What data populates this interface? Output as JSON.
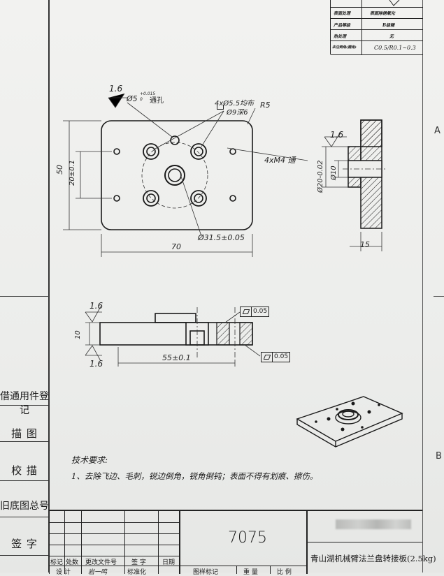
{
  "top_table": {
    "rows": [
      {
        "label": "表面处理",
        "value": "表面除锈氧化"
      },
      {
        "label": "产品等级",
        "value": "B级精"
      },
      {
        "label": "热处理",
        "value": "无"
      },
      {
        "label": "未注倒角(圆角)",
        "value": "C0.5/R0.1~0.3"
      }
    ]
  },
  "top_view": {
    "roughness": "1.6",
    "center_hole": "Ø5",
    "center_hole_tol": "+0.015",
    "center_hole_tol_low": "0",
    "center_hole_note": "通孔",
    "cbore_spec": "4xØ5.5均布",
    "cbore_depth": "Ø9深6",
    "radius": "R5",
    "thread_spec": "4xM4 通",
    "dim_height_outer": "50",
    "dim_height_inner": "20±0.1",
    "dim_pcd": "Ø31.5±0.05",
    "dim_width": "70"
  },
  "side_view": {
    "roughness": "1.6",
    "dim_boss": "Ø20-0.02",
    "dim_bore": "Ø10",
    "dim_thickness": "15"
  },
  "front_view": {
    "roughness_top": "1.6",
    "roughness_bottom": "1.6",
    "dim_thickness": "10",
    "flatness_1": "0.05",
    "flatness_2": "0.05",
    "dim_span": "55±0.1"
  },
  "left_strip": {
    "items": [
      "借通用件登记",
      "描 图",
      "校 描",
      "旧底图总号",
      "签 字"
    ]
  },
  "tech_req": {
    "title": "技术要求:",
    "item": "1、去除飞边、毛刺，锐边倒角，锐角倒钝；表面不得有划痕、擦伤。"
  },
  "title_block": {
    "material": "7075",
    "part_name": "青山湖机械臂法兰盘转接板(2.5kg)",
    "headers": [
      "标记",
      "处数",
      "更改文件号",
      "签 字",
      "日期"
    ],
    "row2": [
      "设 计",
      "岩一鸣",
      "标准化"
    ],
    "right_labels": [
      "图样标记",
      "重 量",
      "比 例"
    ]
  }
}
